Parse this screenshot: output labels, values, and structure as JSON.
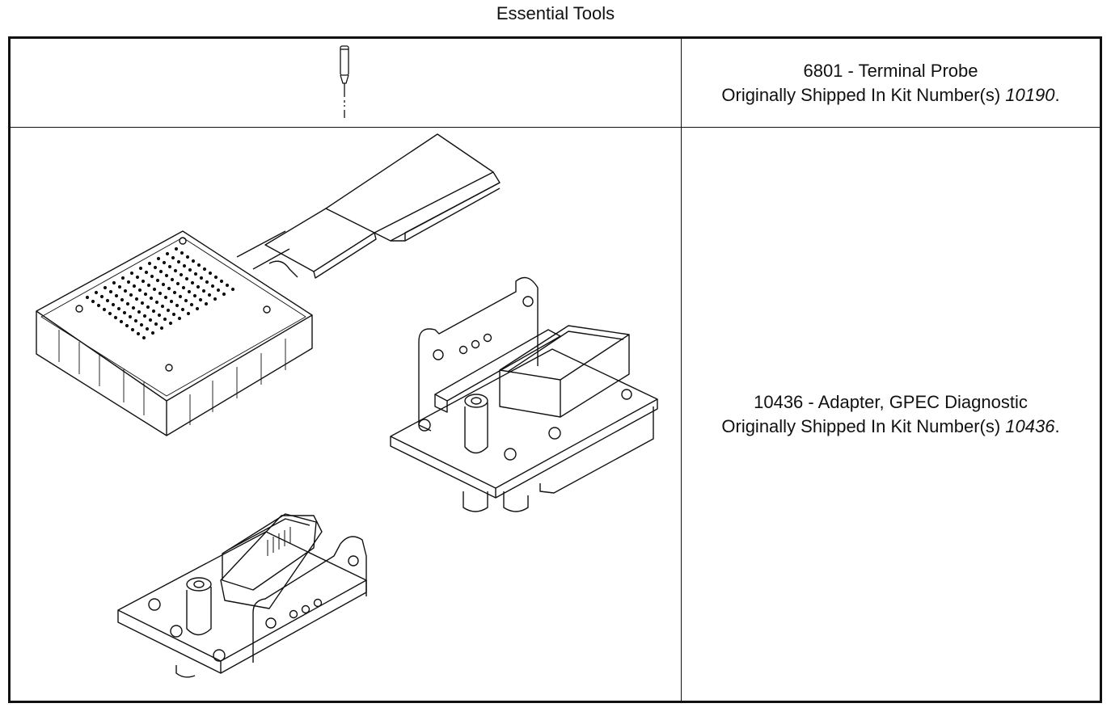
{
  "title": "Essential Tools",
  "tools": [
    {
      "name_line": "6801 - Terminal Probe",
      "kit_prefix": "Originally Shipped In Kit Number(s) ",
      "kit_number": "10190",
      "kit_suffix": "."
    },
    {
      "name_line": "10436 - Adapter, GPEC Diagnostic",
      "kit_prefix": "Originally Shipped In Kit Number(s) ",
      "kit_number": "10436",
      "kit_suffix": "."
    }
  ]
}
